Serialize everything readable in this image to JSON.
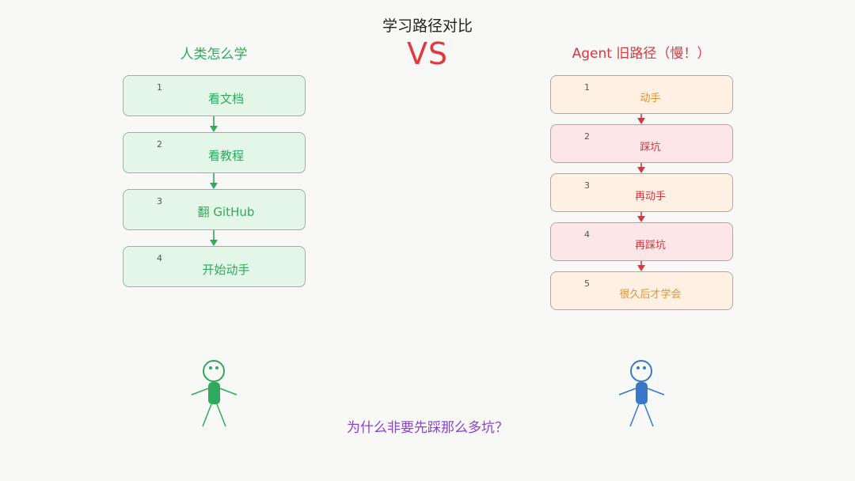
{
  "title": "学习路径对比",
  "vs_label": "VS",
  "left_column": {
    "title": "人类怎么学",
    "color": "#2eaa5c",
    "steps": [
      {
        "num": "1",
        "label": "看文档"
      },
      {
        "num": "2",
        "label": "看教程"
      },
      {
        "num": "3",
        "label": "翻 GitHub"
      },
      {
        "num": "4",
        "label": "开始动手"
      }
    ]
  },
  "right_column": {
    "title": "Agent 旧路径（慢！）",
    "color": "#d9363e",
    "steps": [
      {
        "num": "1",
        "label": "动手",
        "tone": "orange"
      },
      {
        "num": "2",
        "label": "踩坑",
        "tone": "red"
      },
      {
        "num": "3",
        "label": "再动手",
        "tone": "orange"
      },
      {
        "num": "4",
        "label": "再踩坑",
        "tone": "red"
      },
      {
        "num": "5",
        "label": "很久后才学会",
        "tone": "orange"
      }
    ]
  },
  "tones": {
    "orange": {
      "bg": "#fef0e3",
      "text": "#e8912c"
    },
    "red": {
      "bg": "#fde6e7",
      "text": "#d9363e"
    }
  },
  "figures": {
    "human_color": "#2eaa5c",
    "agent_color": "#3978c8"
  },
  "question": "为什么非要先踩那么多坑？"
}
